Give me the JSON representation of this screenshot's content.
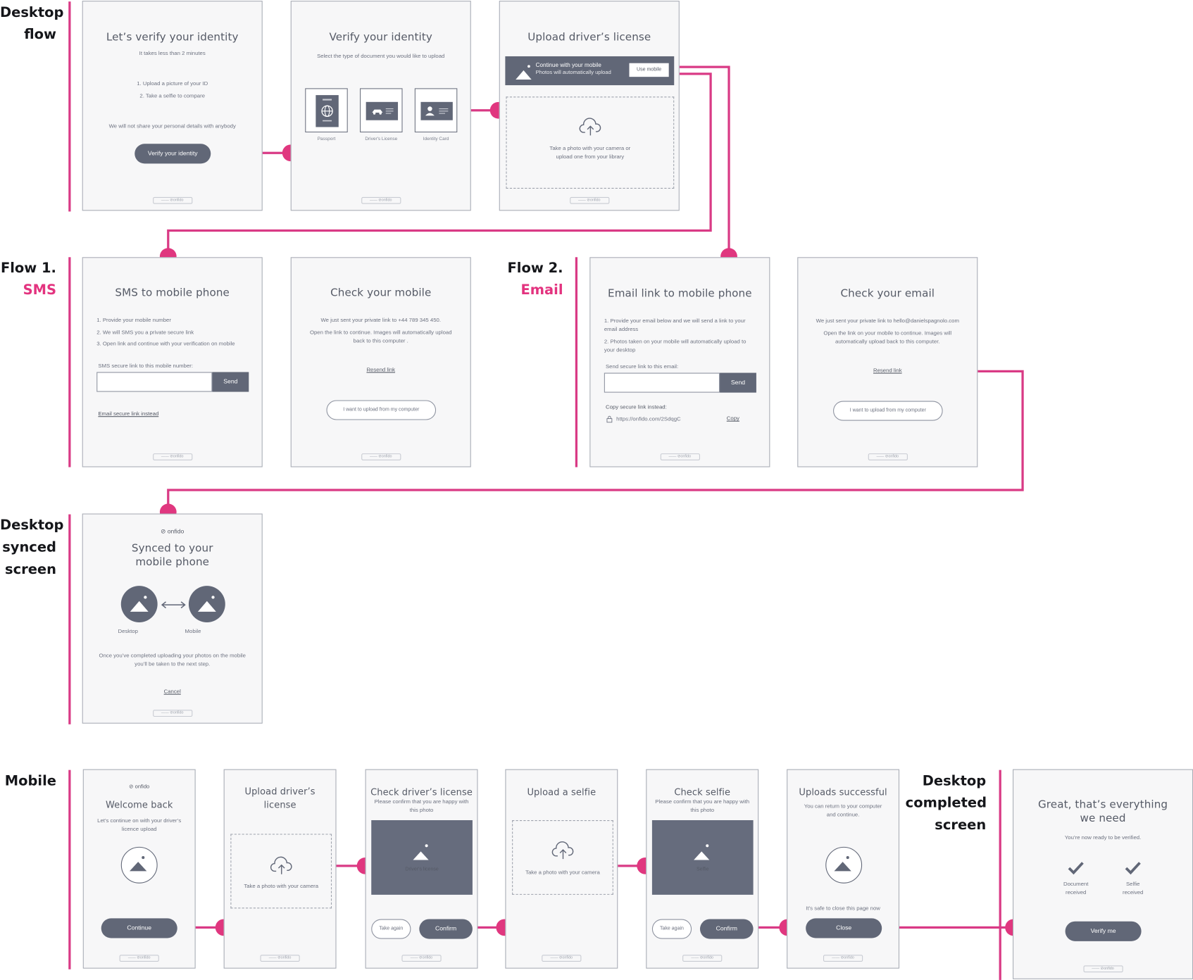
{
  "sections": {
    "desktop_flow": [
      "Desktop",
      "flow"
    ],
    "flow1": [
      "Flow 1.",
      "SMS"
    ],
    "flow2": [
      "Flow 2.",
      "Email"
    ],
    "desktop_synced": [
      "Desktop",
      "synced",
      "screen"
    ],
    "mobile": [
      "Mobile"
    ],
    "desktop_completed": [
      "Desktop",
      "completed",
      "screen"
    ]
  },
  "powered": "⁠—— ⊘onfido",
  "brand": "onfido",
  "colors": {
    "accent": "#e0377f",
    "dark": "#616777",
    "card_bg": "#f7f7f8"
  },
  "cards": {
    "verify_start": {
      "title": "Let’s verify your identity",
      "subtitle": "It takes less than 2 minutes",
      "step1": "1. Upload a picture of your ID",
      "step2": "2. Take a selfie to compare",
      "note": "We will not share your personal details with anybody",
      "button": "Verify your identity"
    },
    "doc_select": {
      "title": "Verify your identity",
      "subtitle": "Select the type of document you would like to upload",
      "docs": [
        "Passport",
        "Driver's License",
        "Identity Card"
      ]
    },
    "upload_license": {
      "title": "Upload driver’s license",
      "banner_title": "Continue with your mobile",
      "banner_sub": "Photos will automatically upload",
      "banner_button": "Use mobile",
      "drop_text": "Take a photo with your camera or upload one from your library"
    },
    "sms": {
      "title": "SMS to mobile phone",
      "steps": [
        "1. Provide your mobile number",
        "2. We will SMS you a private secure link",
        "3. Open link and continue with your verification on mobile"
      ],
      "input_label": "SMS secure link to this mobile number:",
      "send": "Send",
      "alt_link": "Email secure link instead"
    },
    "check_mobile": {
      "title": "Check your mobile",
      "line1": "We just sent your private link to +44 789 345 450.",
      "line2": "Open the link to continue. Images will automatically upload back to this computer .",
      "resend": "Resend link",
      "upload_pc": "I want to upload from my computer"
    },
    "email": {
      "title": "Email link to mobile phone",
      "step1": "1. Provide your email below and we will send a link to your email address",
      "step2": "2. Photos taken on your mobile will automatically upload to your desktop",
      "input_label": "Send secure link to this email:",
      "send": "Send",
      "copy_label": "Copy secure link instead:",
      "copy_url": "https://onfido.com/2SdqgC",
      "copy_btn": "Copy"
    },
    "check_email": {
      "title": "Check your email",
      "line1": "We just sent your private link to hello@danielspagnolo.com",
      "line2": "Open the link on your mobile to continue. Images will automatically upload back to this computer.",
      "resend": "Resend link",
      "upload_pc": "I want to upload from my computer"
    },
    "synced": {
      "title": "Synced to your mobile phone",
      "desktop": "Desktop",
      "mobile": "Mobile",
      "text": "Once you’ve completed uploading your photos on the mobile you’ll be taken to the next step.",
      "cancel": "Cancel"
    },
    "m_welcome": {
      "title": "Welcome back",
      "text": "Let’s continue on with your driver’s licence upload",
      "button": "Continue"
    },
    "m_upload_license": {
      "title": "Upload driver’s license",
      "drop_text": "Take a photo with your camera"
    },
    "m_check_license": {
      "title": "Check driver’s license",
      "text": "Please confirm that you are happy with this photo",
      "img_label": "Driver's license",
      "again": "Take again",
      "confirm": "Confirm"
    },
    "m_upload_selfie": {
      "title": "Upload a selfie",
      "drop_text": "Take a photo with your camera"
    },
    "m_check_selfie": {
      "title": "Check selfie",
      "text": "Please confirm that you are happy with this photo",
      "img_label": "Selfie",
      "again": "Take again",
      "confirm": "Confirm"
    },
    "m_success": {
      "title": "Uploads successful",
      "text": "You can return to your computer and continue.",
      "note": "It’s safe to close this page now",
      "button": "Close"
    },
    "completed": {
      "title": "Great, that’s everything we need",
      "text": "You’re now ready to be verified.",
      "doc": "Document received",
      "selfie": "Selfie received",
      "button": "Verify me"
    }
  }
}
